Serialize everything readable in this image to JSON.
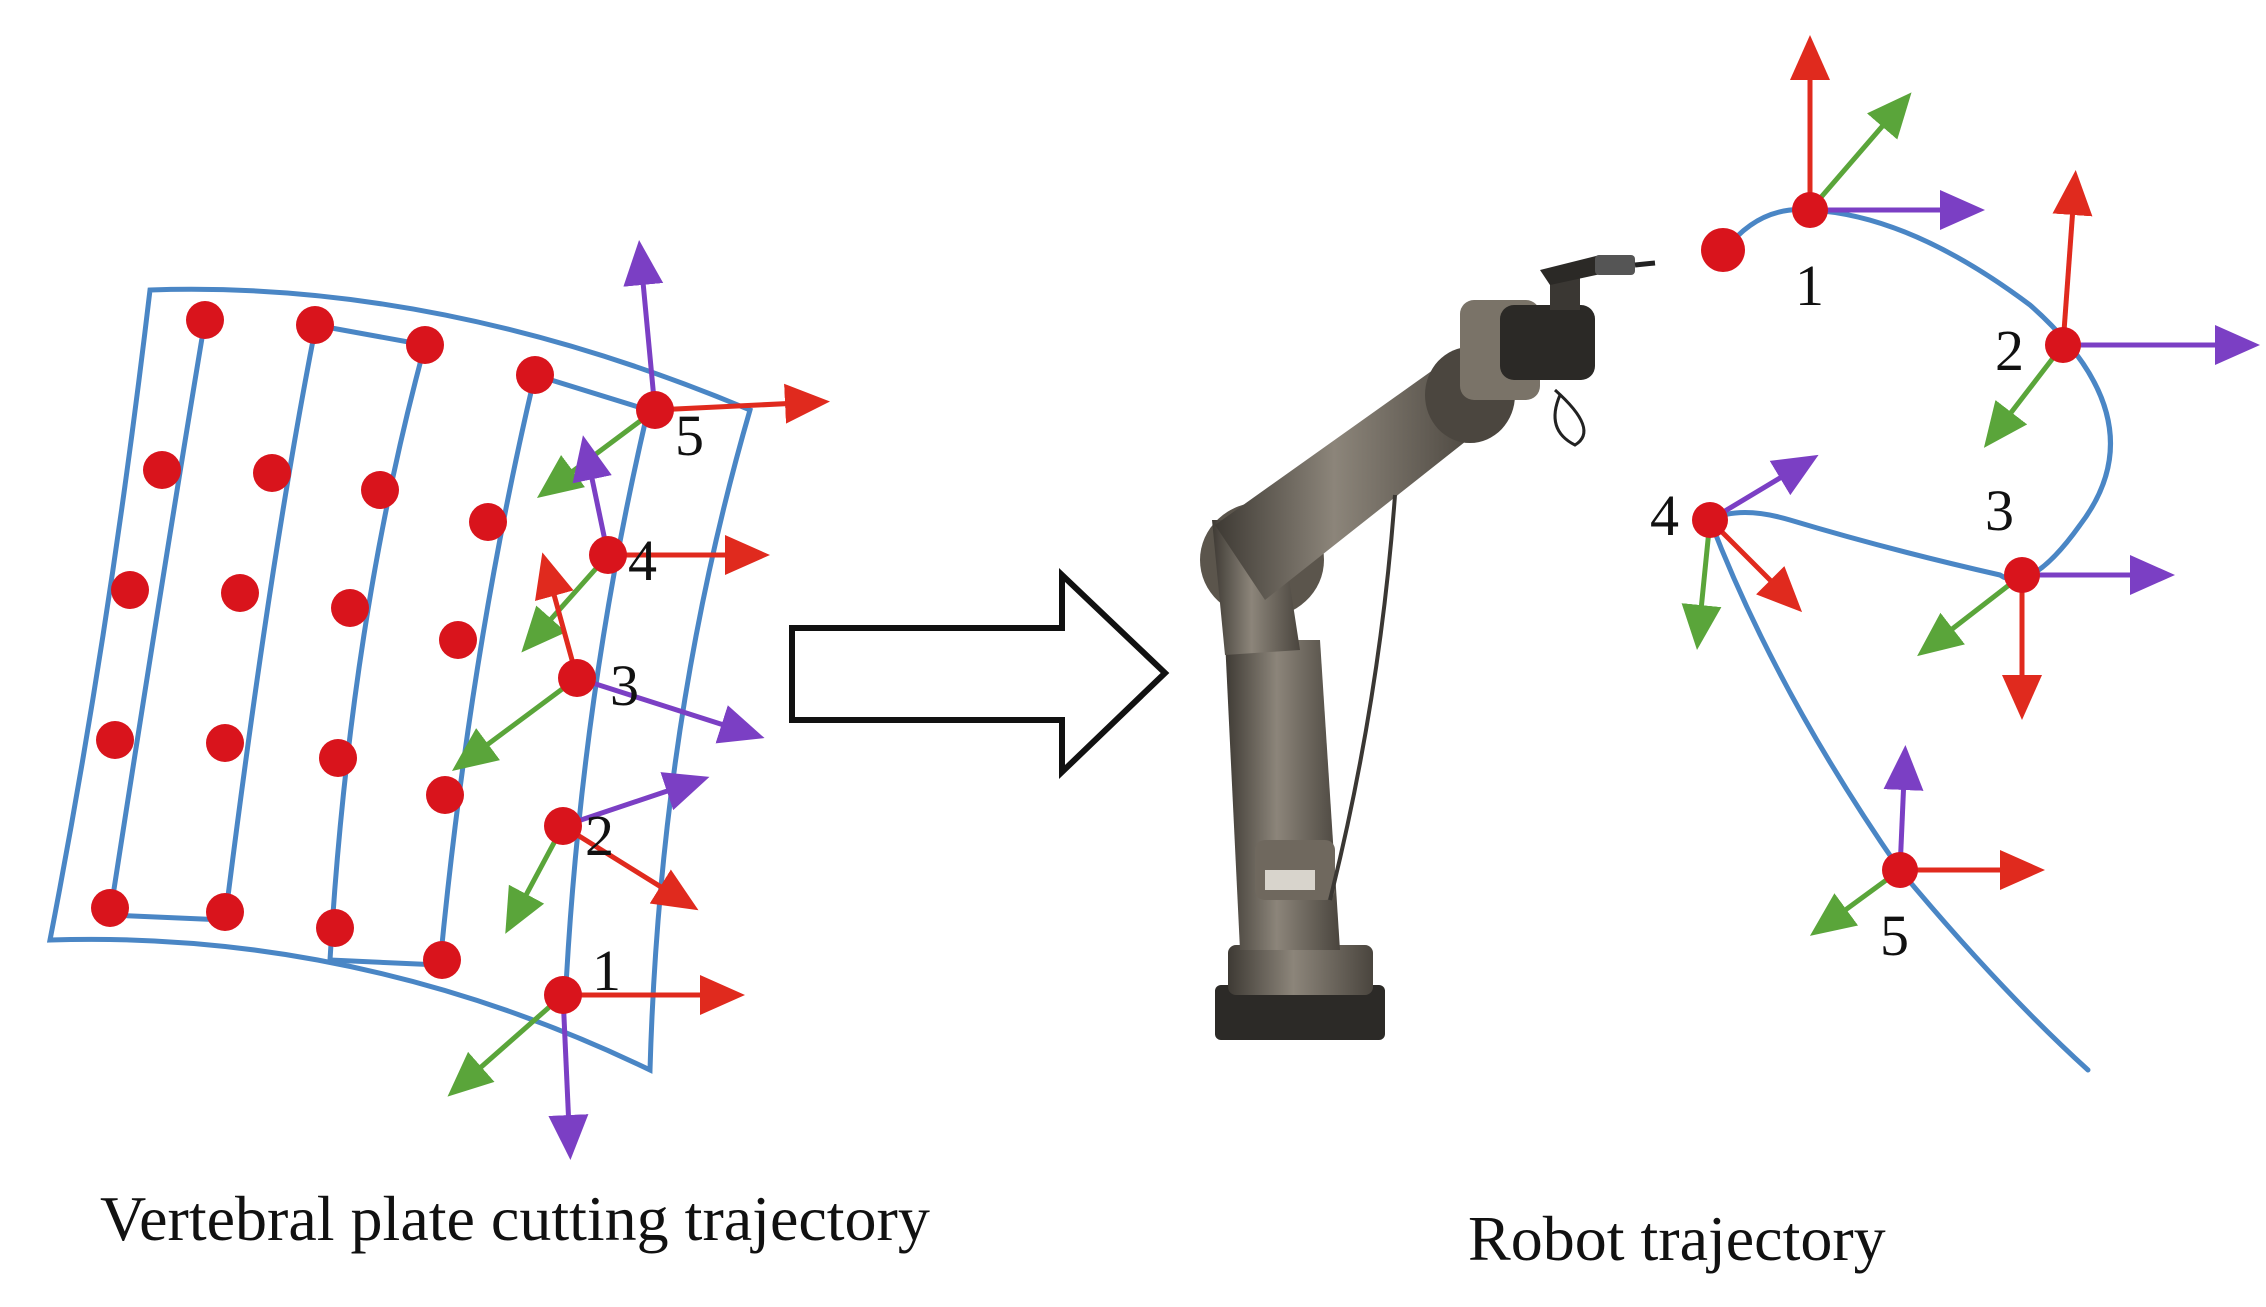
{
  "left_panel": {
    "caption": "Vertebral plate cutting trajectory",
    "point_labels": [
      "1",
      "2",
      "3",
      "4",
      "5"
    ]
  },
  "right_panel": {
    "caption": "Robot trajectory",
    "point_labels": [
      "1",
      "2",
      "3",
      "4",
      "5"
    ]
  },
  "colors": {
    "curve": "#4a86c5",
    "point": "#d9141c",
    "axis_red": "#e02a1e",
    "axis_green": "#5aa53a",
    "axis_purple": "#7b3fc4"
  },
  "icons": [
    "robot-arm-icon",
    "right-arrow-icon"
  ]
}
